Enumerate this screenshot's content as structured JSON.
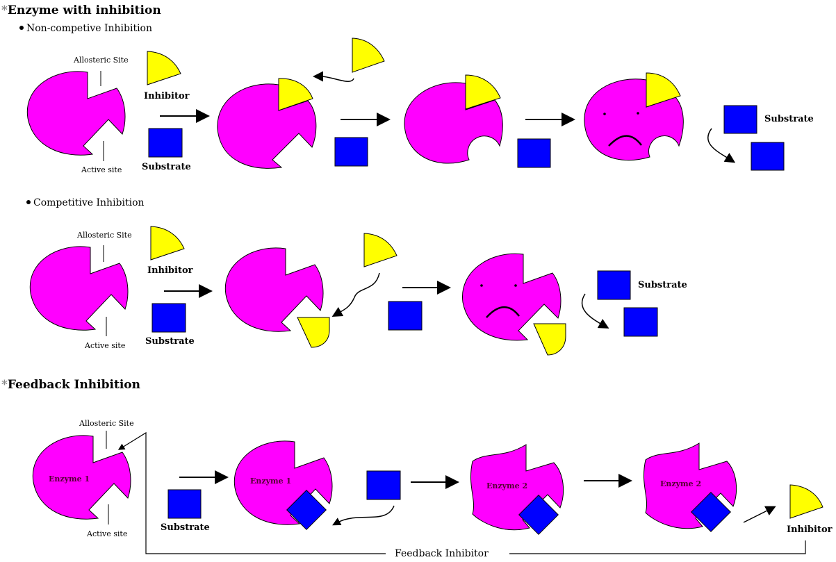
{
  "colors": {
    "enzyme": "#ff00ff",
    "inhibitor": "#ffff00",
    "substrate": "#0000ff",
    "outline": "#000000"
  },
  "sections": {
    "main_title_star": "*",
    "main_title": "Enzyme with inhibition",
    "noncompetitive_title": "Non-competive Inhibition",
    "competitive_title": "Competitive Inhibition",
    "feedback_title_star": "*",
    "feedback_title": "Feedback Inhibition"
  },
  "labels": {
    "allosteric_site": "Allosteric Site",
    "active_site": "Active site",
    "inhibitor": "Inhibitor",
    "substrate": "Substrate",
    "enzyme_1": "Enzyme 1",
    "enzyme_2": "Enzyme 2",
    "feedback_inhibitor": "Feedback Inhibitor"
  }
}
